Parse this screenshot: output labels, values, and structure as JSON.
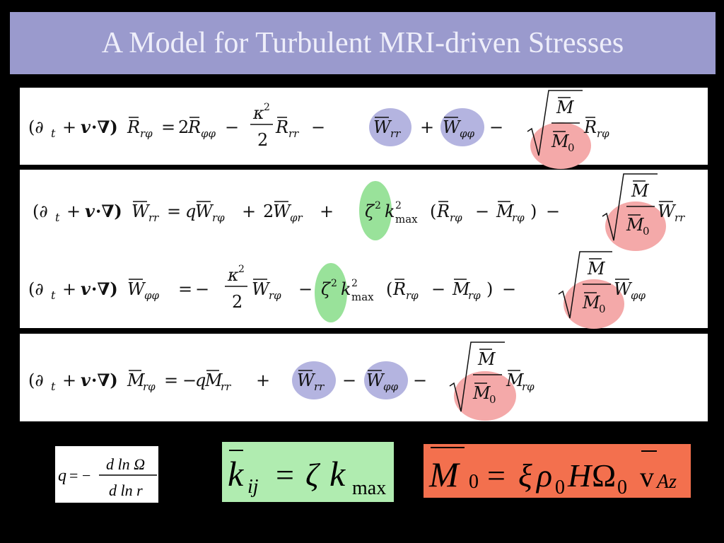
{
  "title": "A Model for Turbulent MRI-driven Stresses",
  "colors": {
    "title_bg": "#9a9acd",
    "blue_highlight": "#b4b4e0",
    "green_highlight": "#99e29a",
    "red_highlight": "#f4a9a9",
    "kbox_bg": "#b0ecb0",
    "mbox_bg": "#f3704e"
  },
  "equations": {
    "eq1": {
      "lhs": "(∂",
      "t": "t",
      "lhs2": "+",
      "v": "v",
      "dot": "·∇)",
      "R": "R",
      "rphi": "rφ",
      "eq": "=",
      "two": "2",
      "phiphi": "φφ",
      "minus": "−",
      "kappa": "κ",
      "exp2": "2",
      "den2": "2",
      "rr": "rr",
      "W": "W",
      "plus": "+",
      "M": "M",
      "M0": "M",
      "zero": "0"
    },
    "eq2": {
      "q": "q",
      "phir": "φr",
      "zeta": "ζ",
      "k": "k",
      "max": "max",
      "lpar": "(",
      "rpar": ")"
    }
  },
  "boxes": {
    "q_def": {
      "q": "q",
      "eq": "=",
      "minus": "−",
      "num": "d ln Ω",
      "den": "d ln r"
    },
    "k_def": {
      "k": "k",
      "ij": "ij",
      "eq": "=",
      "zeta": "ζ",
      "k2": "k",
      "max": "max"
    },
    "m_def": {
      "M": "M",
      "zero": "0",
      "eq": "=",
      "xi": "ξ",
      "rho": "ρ",
      "rsub": "0",
      "H": "H",
      "Omega": "Ω",
      "osub": "0",
      "v": "v",
      "Az": "Az"
    }
  }
}
